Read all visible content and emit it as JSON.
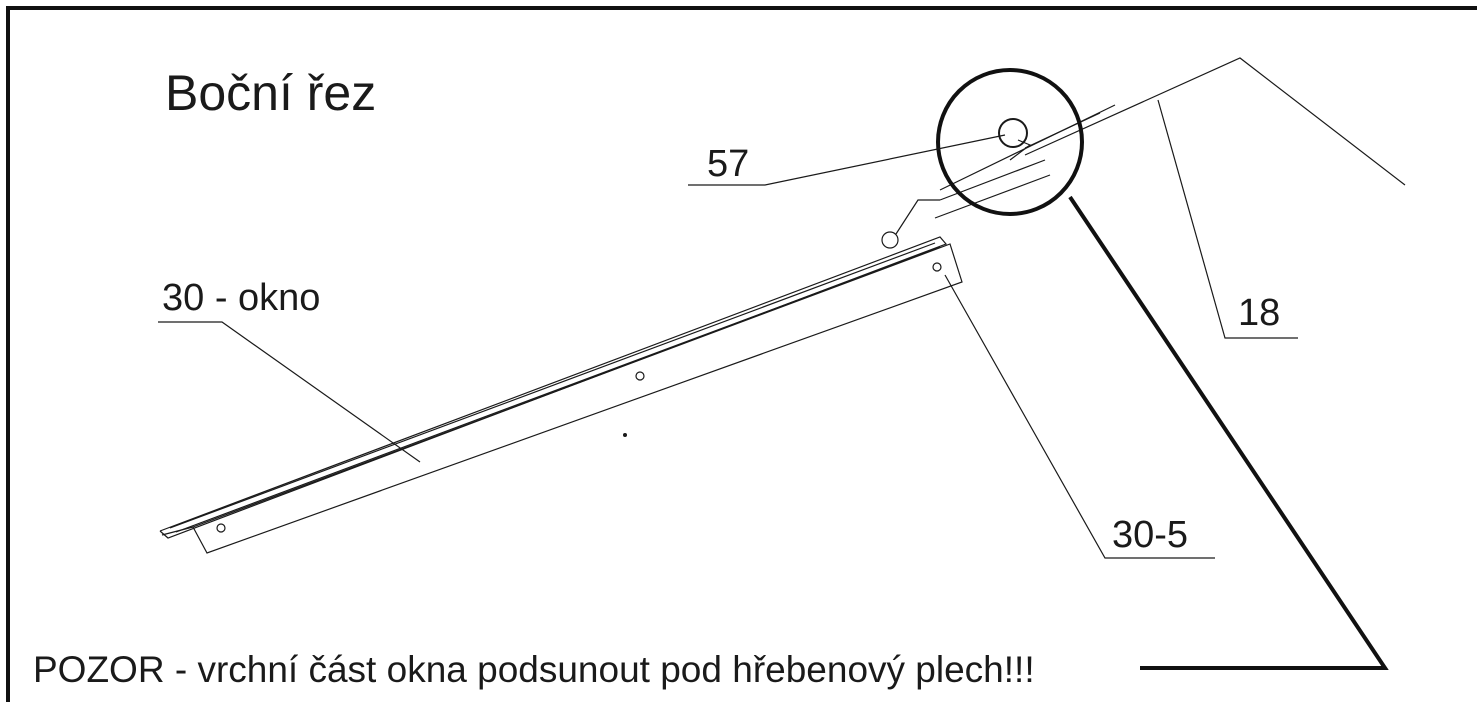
{
  "title": "Boční řez",
  "callouts": {
    "part_57": "57",
    "part_30": "30 - okno",
    "part_18": "18",
    "part_30_5": "30-5"
  },
  "note": "POZOR - vrchní část okna podsunout pod hřebenový plech!!!"
}
